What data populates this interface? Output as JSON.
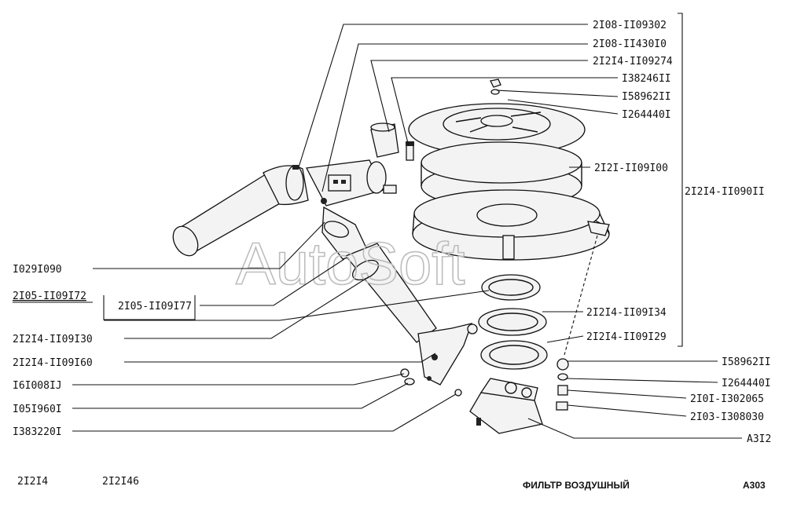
{
  "watermark": "AutoSoft",
  "right_labels": [
    {
      "id": "p1",
      "text": "2I08-II09302"
    },
    {
      "id": "p2",
      "text": "2I08-II430I0"
    },
    {
      "id": "p3",
      "text": "2I2I4-II09274"
    },
    {
      "id": "p4",
      "text": "I38246II"
    },
    {
      "id": "p5",
      "text": "I58962II"
    },
    {
      "id": "p6",
      "text": "I264440I"
    },
    {
      "id": "p7",
      "text": "2I2I-II09I00"
    },
    {
      "id": "p8",
      "text": "2I2I4-II09I34"
    },
    {
      "id": "p9",
      "text": "2I2I4-II09I29"
    },
    {
      "id": "p10",
      "text": "I58962II"
    },
    {
      "id": "p11",
      "text": "I264440I"
    },
    {
      "id": "p12",
      "text": "2I0I-I302065"
    },
    {
      "id": "p13",
      "text": "2I03-I308030"
    },
    {
      "id": "p14",
      "text": "А3I2"
    }
  ],
  "assembly_label": "2I2I4-II090II",
  "left_labels": [
    {
      "id": "l1",
      "text": "I029I090"
    },
    {
      "id": "l2",
      "text": "2I05-II09I72"
    },
    {
      "id": "l3",
      "text": "2I05-II09I77"
    },
    {
      "id": "l4",
      "text": "2I2I4-II09I30"
    },
    {
      "id": "l5",
      "text": "2I2I4-II09I60"
    },
    {
      "id": "l6",
      "text": "I6I008IJ"
    },
    {
      "id": "l7",
      "text": "I05I960I"
    },
    {
      "id": "l8",
      "text": "I383220I"
    }
  ],
  "footer": {
    "model_1": "2I2I4",
    "model_2": "2I2I46",
    "title": "ФИЛЬТР ВОЗДУШНЫЙ",
    "code": "А303"
  }
}
